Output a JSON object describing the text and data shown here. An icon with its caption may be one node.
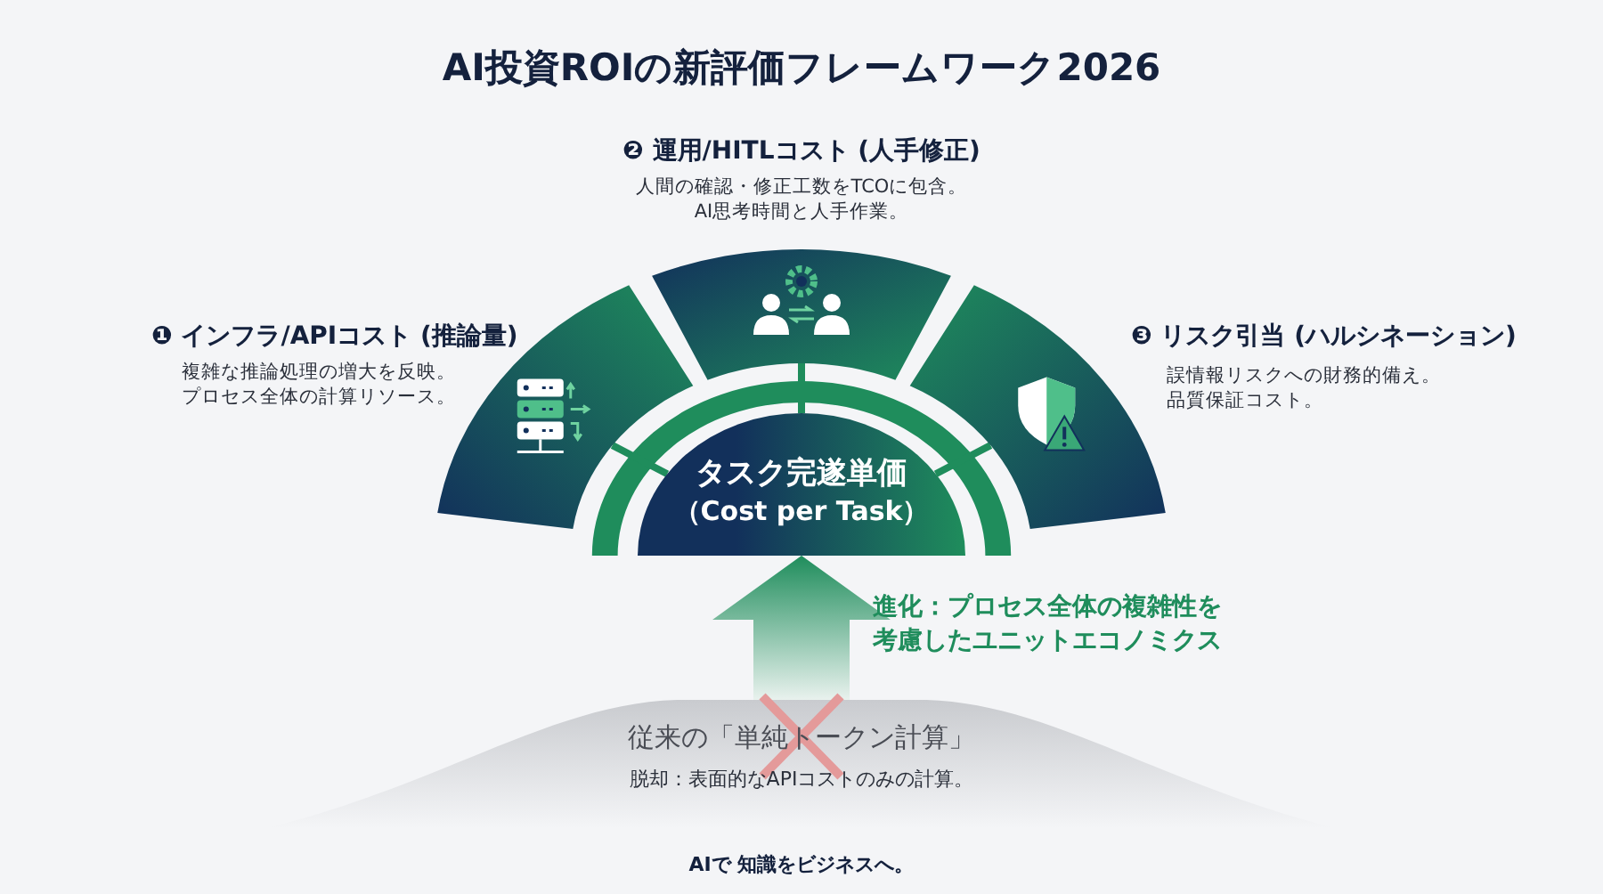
{
  "diagram": {
    "title": "AI投資ROIの新評価フレームワーク2026",
    "nodes": [
      {
        "text": [
          "❶ インフラ/APIコスト (推論量)",
          "複雑な推論処理の増大を反映。プロセス全体の計算リソース。"
        ]
      },
      {
        "text": [
          "❷ 運用/HITLコスト (人手修正)",
          "人間の確認・修正工数をTCOに包含。AI思考時間と人手作業。"
        ]
      },
      {
        "text": [
          "❸ リスク引当 (ハルシネーション)",
          "誤情報リスクへの財務的備え。品質保証コスト。"
        ]
      },
      {
        "text": [
          "タスク完遂単価",
          "（Cost per Task）"
        ]
      },
      {
        "text": [
          "従来の「単純トークン計算」",
          "脱却：表面的なAPIコストのみの計算。"
        ]
      }
    ],
    "edges": [
      {
        "from": 4,
        "to": 3,
        "arrow": "to",
        "label": "進化：プロセス全体の複雑性を考慮したユニットエコノミクス"
      },
      {
        "from": 3,
        "to": 0,
        "arrow": "none"
      },
      {
        "from": 3,
        "to": 1,
        "arrow": "none"
      },
      {
        "from": 3,
        "to": 2,
        "arrow": "none"
      }
    ],
    "labels": [
      "AIで 知識をビジネスへ。"
    ]
  }
}
